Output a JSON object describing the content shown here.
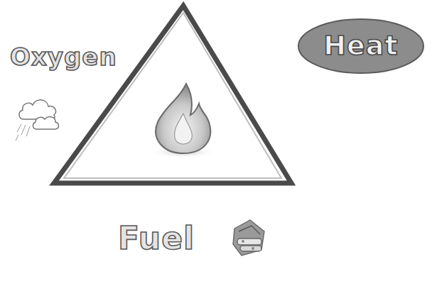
{
  "diagram": {
    "nodes": [
      {
        "text": [
          "Heat"
        ]
      }
    ],
    "labels": [
      "Oxygen",
      "Fuel"
    ]
  }
}
